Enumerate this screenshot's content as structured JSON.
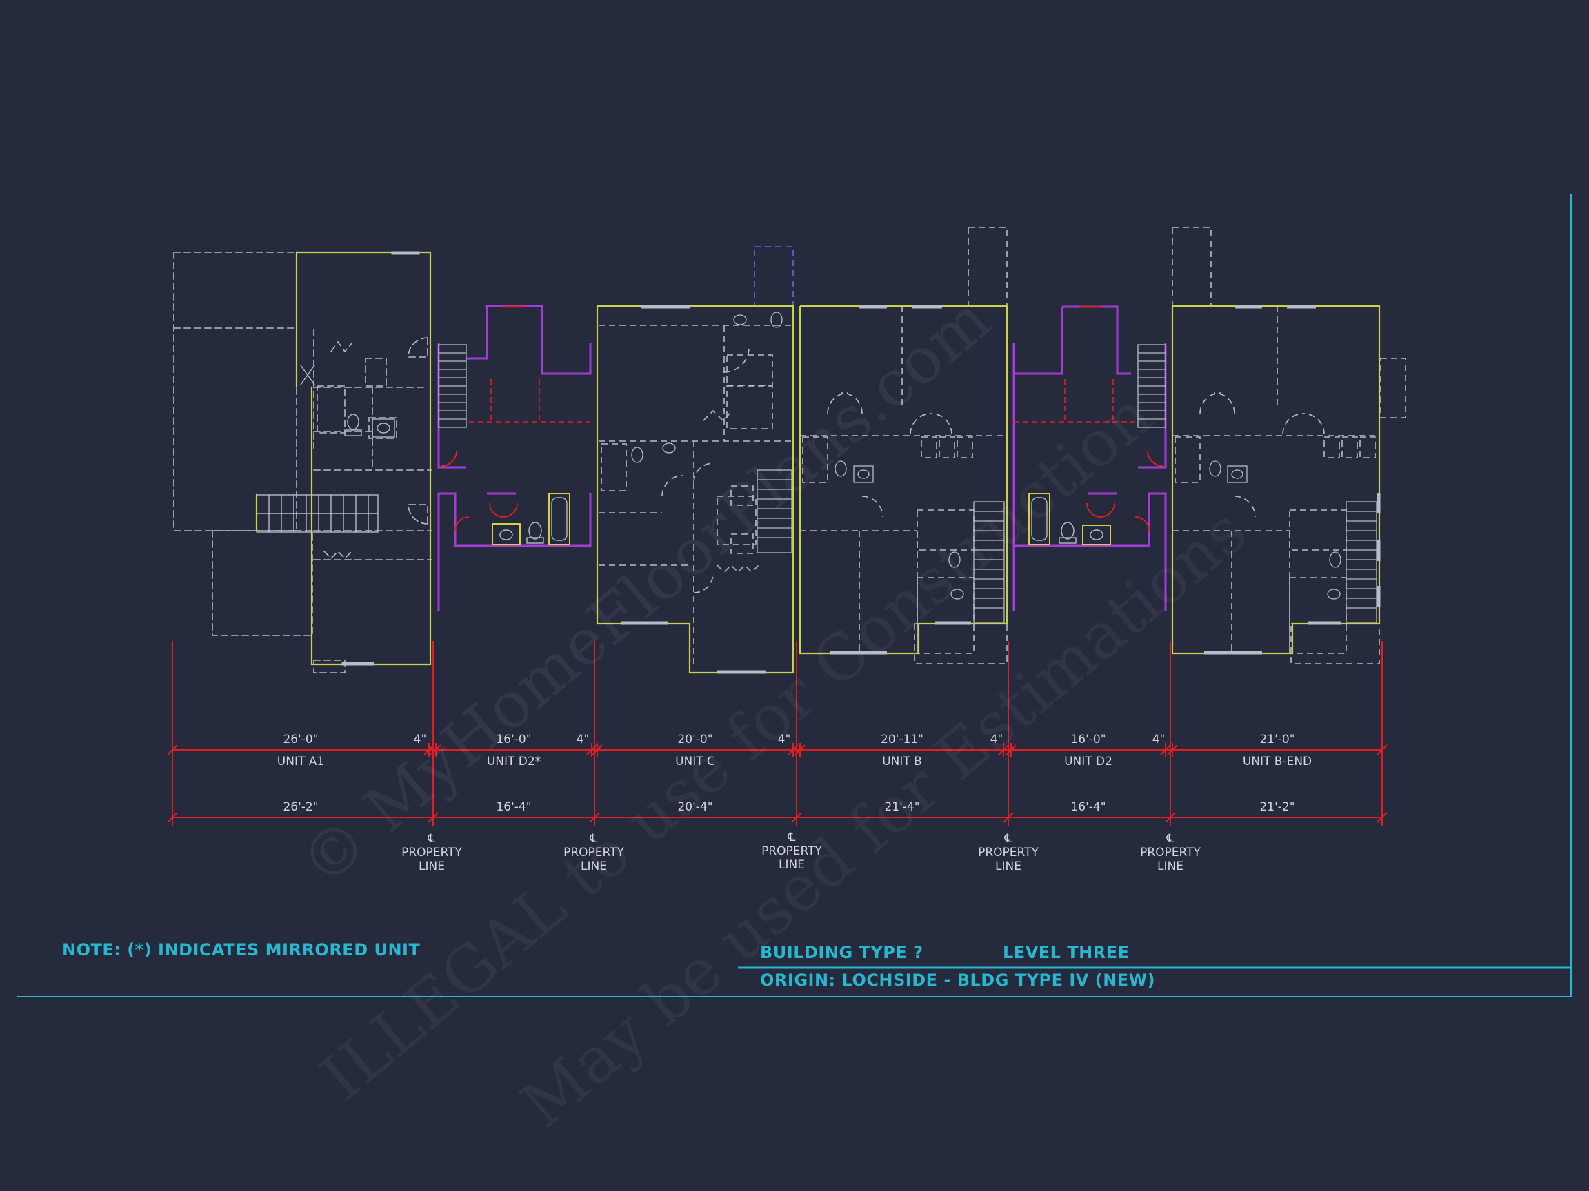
{
  "colors": {
    "background": "#262a3d",
    "dimension": "#e01e24",
    "exterior_wall": "#c9d24a",
    "party_wall": "#a63cd6",
    "interior_dashed": "#b8bcc6",
    "title_text": "#27b7cf",
    "fixture_yellow": "#d8d03c"
  },
  "units": [
    {
      "name": "UNIT A1",
      "inner_dim": "26'-0\"",
      "outer_dim": "26'-2\""
    },
    {
      "name": "UNIT D2*",
      "inner_dim": "16'-0\"",
      "outer_dim": "16'-4\""
    },
    {
      "name": "UNIT C",
      "inner_dim": "20'-0\"",
      "outer_dim": "20'-4\""
    },
    {
      "name": "UNIT B",
      "inner_dim": "20'-11\"",
      "outer_dim": "21'-4\""
    },
    {
      "name": "UNIT D2",
      "inner_dim": "16'-0\"",
      "outer_dim": "16'-4\""
    },
    {
      "name": "UNIT B-END",
      "inner_dim": "21'-0\"",
      "outer_dim": "21'-2\""
    }
  ],
  "wall_gap_dims": [
    "4\"",
    "4\"",
    "4\"",
    "4\"",
    "4\""
  ],
  "property_lines": [
    {
      "symbol": "℄",
      "line1": "PROPERTY",
      "line2": "LINE"
    },
    {
      "symbol": "℄",
      "line1": "PROPERTY",
      "line2": "LINE"
    },
    {
      "symbol": "℄",
      "line1": "PROPERTY",
      "line2": "LINE"
    },
    {
      "symbol": "℄",
      "line1": "PROPERTY",
      "line2": "LINE"
    },
    {
      "symbol": "℄",
      "line1": "PROPERTY",
      "line2": "LINE"
    }
  ],
  "notes": {
    "mirrored": "NOTE:  (*)  INDICATES MIRRORED UNIT",
    "building_type": "BUILDING TYPE ?",
    "level": "LEVEL THREE",
    "origin": "ORIGIN: LOCHSIDE - BLDG TYPE IV (NEW)"
  },
  "watermark": {
    "line1": "© MyHomeFloorPlans.com",
    "line2": "ILLEGAL to use for Construction",
    "line3": "May be used for Estimations"
  }
}
